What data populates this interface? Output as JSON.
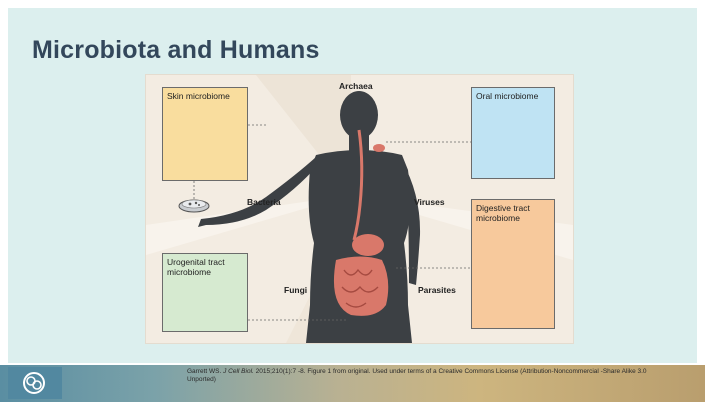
{
  "slide": {
    "title": "Microbiota and Humans"
  },
  "figure": {
    "labels": {
      "archaea": "Archaea",
      "bacteria": "Bacteria",
      "viruses": "Viruses",
      "fungi": "Fungi",
      "parasites": "Parasites"
    },
    "boxes": {
      "skin": "Skin microbiome",
      "oral": "Oral microbiome",
      "urogenital": "Urogenital tract microbiome",
      "digestive": "Digestive tract microbiome"
    }
  },
  "citation": {
    "author": "Garrett WS.",
    "journal": "J Cell Biol.",
    "rest": "2015;210(1):7 -8. Figure 1 from original. Used under terms of a Creative Commons License (Attribution-Noncommercial -Share Alike 3.0 Unported)"
  },
  "colors": {
    "title": "#33475b",
    "slide_background": "#dcefee",
    "skin_box": "#f9dd9e",
    "oral_box": "#bfe3f3",
    "urogenital_box": "#d6ead0",
    "digestive_box": "#f7c99c",
    "body_silhouette": "#3c4044",
    "gut": "#d9786a"
  },
  "icons": [
    "logo-icon",
    "petri-dish-icon"
  ]
}
